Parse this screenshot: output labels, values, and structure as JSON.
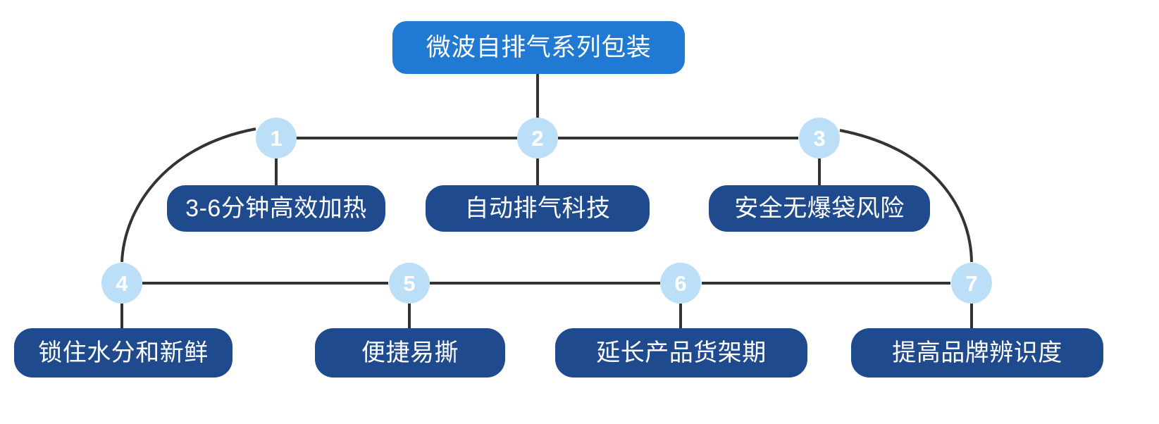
{
  "diagram": {
    "title": "微波自排气系列包装",
    "colors": {
      "root_fill": "#2079d2",
      "branch_fill": "#1f4b8e",
      "marker_fill": "#bcdff8",
      "marker_text": "#ffffff",
      "node_text": "#ffffff",
      "connector_line": "#333333",
      "background": "#ffffff"
    },
    "root": {
      "label": "微波自排气系列包装"
    },
    "markers": [
      {
        "number": "1"
      },
      {
        "number": "2"
      },
      {
        "number": "3"
      },
      {
        "number": "4"
      },
      {
        "number": "5"
      },
      {
        "number": "6"
      },
      {
        "number": "7"
      }
    ],
    "branches": [
      {
        "number": "1",
        "label": "3-6分钟高效加热"
      },
      {
        "number": "2",
        "label": "自动排气科技"
      },
      {
        "number": "3",
        "label": "安全无爆袋风险"
      },
      {
        "number": "4",
        "label": "锁住水分和新鲜"
      },
      {
        "number": "5",
        "label": "便捷易撕"
      },
      {
        "number": "6",
        "label": "延长产品货架期"
      },
      {
        "number": "7",
        "label": "提高品牌辨识度"
      }
    ]
  }
}
